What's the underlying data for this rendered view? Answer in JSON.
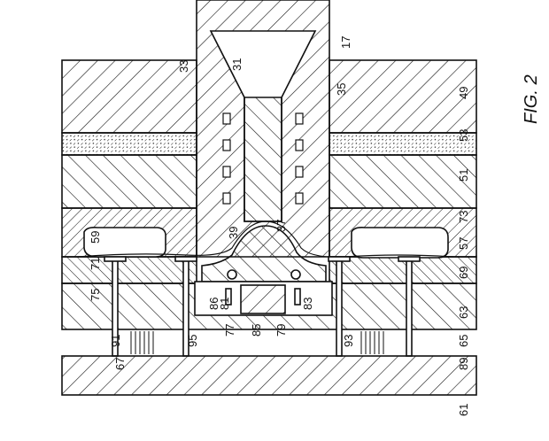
{
  "figure": {
    "title": "FIG. 2",
    "reference_numerals": [
      "17",
      "31",
      "33",
      "35",
      "49",
      "53",
      "51",
      "73",
      "57",
      "69",
      "63",
      "65",
      "89",
      "61",
      "93",
      "79",
      "85",
      "77",
      "83",
      "81",
      "86",
      "95",
      "91",
      "67",
      "75",
      "71",
      "59",
      "39",
      "37"
    ]
  },
  "colors": {
    "ink": "#111111",
    "paper": "#ffffff"
  }
}
